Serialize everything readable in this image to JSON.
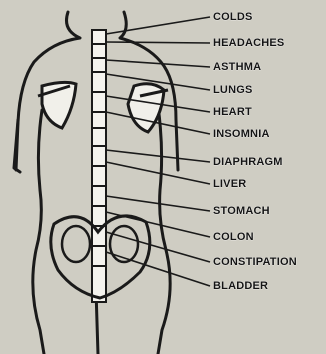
{
  "labels": [
    "COLDS",
    "HEADACHES",
    "ASTHMA",
    "LUNGS",
    "HEART",
    "INSOMNIA",
    "DIAPHRAGM",
    "LIVER",
    "STOMACH",
    "COLON",
    "CONSTIPATION",
    "BLADDER"
  ],
  "colors": {
    "background": "#cfcdc3",
    "ink": "#141414",
    "highlight": "#ffffff"
  }
}
